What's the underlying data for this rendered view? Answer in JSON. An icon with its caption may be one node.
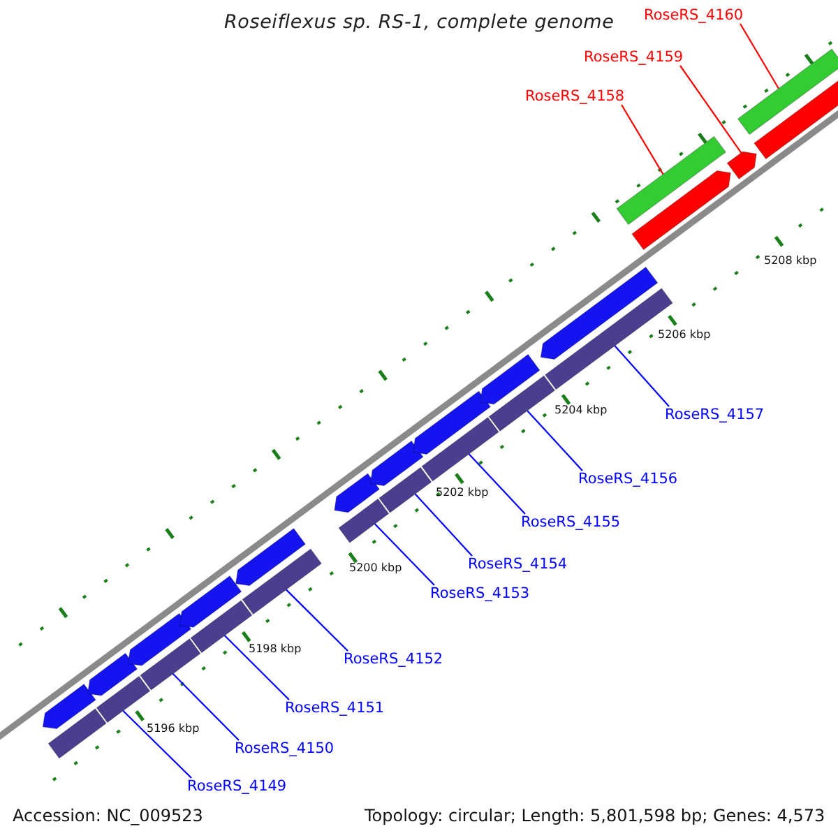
{
  "diagram": {
    "title": "Roseiflexus sp. RS-1, complete genome",
    "nodes": [
      {
        "text": [
          "RoseRS_4160"
        ]
      },
      {
        "text": [
          "RoseRS_4159"
        ]
      },
      {
        "text": [
          "RoseRS_4158"
        ]
      },
      {
        "text": [],
        "shape": "bar"
      },
      {
        "text": [],
        "shape": "bar"
      },
      {
        "text": [],
        "shape": "bar"
      },
      {
        "text": [
          "RoseRS_4157"
        ]
      },
      {
        "text": [
          "RoseRS_4156"
        ]
      },
      {
        "text": [
          "RoseRS_4155"
        ]
      },
      {
        "text": [
          "RoseRS_4154"
        ]
      },
      {
        "text": [
          "RoseRS_4153"
        ]
      },
      {
        "text": [
          "RoseRS_4152"
        ]
      },
      {
        "text": [
          "RoseRS_4151"
        ]
      },
      {
        "text": [
          "RoseRS_4150"
        ]
      },
      {
        "text": [
          "RoseRS_4149"
        ]
      },
      {
        "text": [],
        "shape": "bar"
      },
      {
        "text": [],
        "shape": "bar"
      },
      {
        "text": [],
        "shape": "bar"
      },
      {
        "text": [],
        "shape": "bar"
      },
      {
        "text": [],
        "shape": "bar"
      },
      {
        "text": [],
        "shape": "bar"
      },
      {
        "text": [],
        "shape": "bar"
      },
      {
        "text": [],
        "shape": "bar"
      },
      {
        "text": [],
        "shape": "bar"
      },
      {
        "text": [],
        "shape": "bar"
      },
      {
        "text": [],
        "shape": "bar"
      },
      {
        "text": [],
        "shape": "bar"
      },
      {
        "text": [],
        "shape": "bar"
      },
      {
        "text": [],
        "shape": "bar"
      },
      {
        "text": [],
        "shape": "bar"
      },
      {
        "text": [],
        "shape": "bar"
      },
      {
        "text": [],
        "shape": "bar"
      },
      {
        "text": [],
        "shape": "bar"
      },
      {
        "text": [],
        "shape": "bar"
      },
      {
        "text": [],
        "shape": "bar"
      },
      {
        "text": [],
        "shape": "bar"
      },
      {
        "text": [],
        "shape": "bar"
      }
    ],
    "edges": [
      {
        "from": 0,
        "to": 3,
        "arrow": "none",
        "color": "#ff0000"
      },
      {
        "from": 1,
        "to": 4,
        "arrow": "none",
        "color": "#ff0000"
      },
      {
        "from": 2,
        "to": 5,
        "arrow": "none",
        "color": "#ff0000"
      },
      {
        "from": 6,
        "to": 15,
        "arrow": "none"
      },
      {
        "from": 7,
        "to": 16,
        "arrow": "none"
      },
      {
        "from": 8,
        "to": 17,
        "arrow": "none"
      },
      {
        "from": 9,
        "to": 18,
        "arrow": "none"
      },
      {
        "from": 10,
        "to": 19,
        "arrow": "none"
      },
      {
        "from": 11,
        "to": 20,
        "arrow": "none"
      },
      {
        "from": 12,
        "to": 21,
        "arrow": "none"
      },
      {
        "from": 13,
        "to": 22,
        "arrow": "none"
      },
      {
        "from": 14,
        "to": 23,
        "arrow": "none"
      }
    ],
    "labels": [
      "5208 kbp",
      "5206 kbp",
      "5204 kbp",
      "5202 kbp",
      "5200 kbp",
      "5198 kbp",
      "5196 kbp",
      "Accession: NC_009523",
      "Topology: circular; Length: 5,801,598 bp; Genes: 4,573"
    ]
  }
}
